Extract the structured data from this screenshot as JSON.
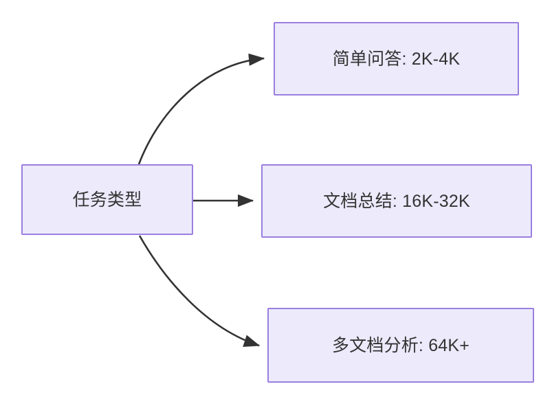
{
  "diagram": {
    "type": "flowchart",
    "direction": "left-to-right",
    "background_color": "#FFFFFF",
    "node_fill_color": "#ECEAFB",
    "node_border_color": "#9A7EE0",
    "node_text_color": "#333333",
    "edge_color": "#333333",
    "source": {
      "id": "task-type",
      "label": "任务类型"
    },
    "targets": [
      {
        "id": "simple-qa",
        "label": "简单问答: 2K-4K"
      },
      {
        "id": "doc-summary",
        "label": "文档总结: 16K-32K"
      },
      {
        "id": "multi-doc-analysis",
        "label": "多文档分析: 64K+"
      }
    ],
    "edges": [
      {
        "id": "edge-to-simple-qa",
        "from": "task-type",
        "to": "simple-qa",
        "style": "curved",
        "label": ""
      },
      {
        "id": "edge-to-doc-summary",
        "from": "task-type",
        "to": "doc-summary",
        "style": "straight",
        "label": ""
      },
      {
        "id": "edge-to-multi-doc-analysis",
        "from": "task-type",
        "to": "multi-doc-analysis",
        "style": "curved",
        "label": ""
      }
    ]
  }
}
